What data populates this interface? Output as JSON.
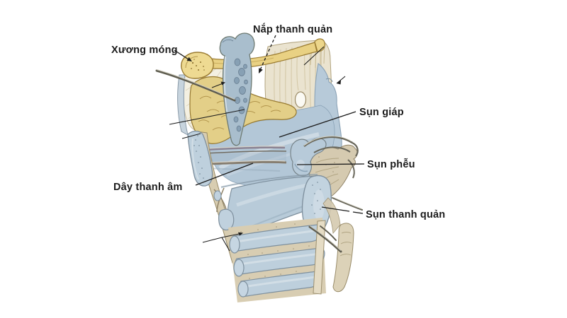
{
  "figure": {
    "subject": "larynx-anatomy-lateral-view",
    "labels": [
      {
        "id": "nap-thanh-quan",
        "text": "Nắp thanh quản"
      },
      {
        "id": "xuong-mong",
        "text": "Xương móng"
      },
      {
        "id": "sun-giap",
        "text": "Sụn giáp"
      },
      {
        "id": "sun-pheu",
        "text": "Sụn phễu"
      },
      {
        "id": "day-thanh-am",
        "text": "Dây thanh âm"
      },
      {
        "id": "sun-thanh-quan",
        "text": "Sụn thanh quản"
      }
    ],
    "palette": {
      "background": "#ffffff",
      "bone_yellow": "#e9d183",
      "fat_yellow": "#e3cf88",
      "cartilage_blue": "#b5c8d8",
      "cartilage_blue_light": "#c6d6e2",
      "membrane_cream": "#eae3cf",
      "ligament_white": "#f4f0e2",
      "connective_tan": "#d8cdb2",
      "outline_brown": "#97792f",
      "outline_slate": "#7d8e9c",
      "nerve_gray": "#5f5d50",
      "label_color": "#1c1c1c"
    }
  }
}
